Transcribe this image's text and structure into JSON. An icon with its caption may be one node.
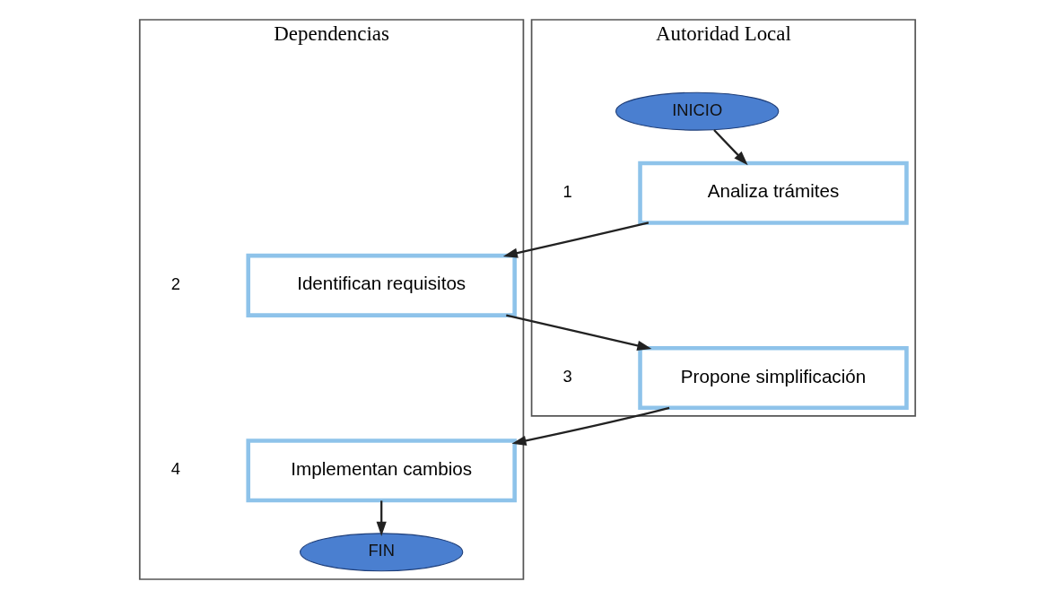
{
  "diagram": {
    "nodes": [
      {
        "text": [
          "Dependencias"
        ]
      },
      {
        "text": [
          "Autoridad Local"
        ]
      },
      {
        "text": [
          "INICIO"
        ],
        "in": 1
      },
      {
        "text": [
          "Analiza trámites"
        ],
        "in": 1
      },
      {
        "text": [
          "Identifican requisitos"
        ],
        "in": 0
      },
      {
        "text": [
          "Propone simplificación"
        ],
        "in": 1
      },
      {
        "text": [
          "Implementan cambios"
        ],
        "in": 0
      },
      {
        "text": [
          "FIN"
        ],
        "in": 0
      }
    ],
    "edges": [
      {
        "from": 2,
        "to": 3,
        "arrow": "to"
      },
      {
        "from": 3,
        "to": 4,
        "arrow": "to"
      },
      {
        "from": 4,
        "to": 5,
        "arrow": "to"
      },
      {
        "from": 5,
        "to": 6,
        "arrow": "to"
      },
      {
        "from": 6,
        "to": 7,
        "arrow": "to"
      }
    ],
    "labels": [
      "1",
      "2",
      "3",
      "4"
    ]
  }
}
